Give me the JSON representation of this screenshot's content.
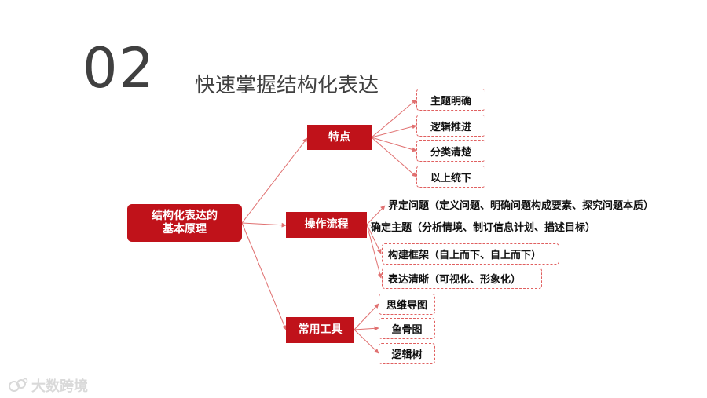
{
  "section_number": "02",
  "title": "快速掌握结构化表达",
  "root": "结构化表达的\n基本原理",
  "branches": [
    {
      "label": "特点",
      "items": [
        "主题明确",
        "逻辑推进",
        "分类清楚",
        "以上统下"
      ]
    },
    {
      "label": "操作流程",
      "items": [
        "界定问题（定义问题、明确问题构成要素、探究问题本质）",
        "确定主题（分析情境、制订信息计划、描述目标）",
        "构建框架（自上而下、自上而下）",
        "表达清晰（可视化、形象化）"
      ]
    },
    {
      "label": "常用工具",
      "items": [
        "思维导图",
        "鱼骨图",
        "逻辑树"
      ]
    }
  ],
  "watermark": "大数跨境",
  "colors": {
    "accent": "#c0121a",
    "line": "#e07070",
    "text": "#404040"
  }
}
